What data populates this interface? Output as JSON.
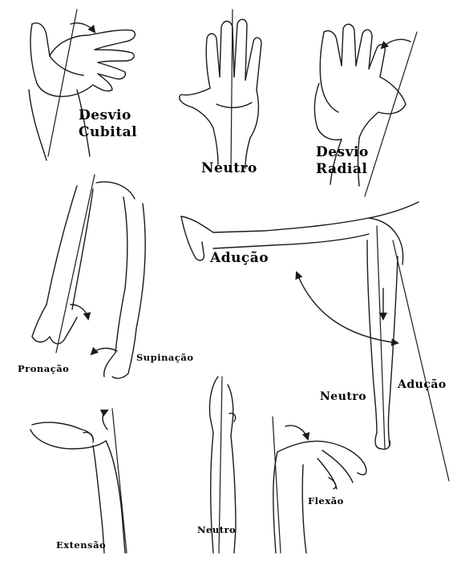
{
  "labels": {
    "desvio_cubital": [
      "Desvio",
      "Cubital"
    ],
    "neutro_hand": "Neutro",
    "desvio_radial": [
      "Desvio",
      "Radial"
    ],
    "aducao_top": "Adução",
    "pronacao": "Pronação",
    "supinacao": "Supinação",
    "neutro_shoulder": "Neutro",
    "aducao_right": "Adução",
    "extensao": "Extensão",
    "neutro_wrist": "Neutro",
    "flexao": "Flexão"
  },
  "colors": {
    "ink": "#1a1a1a",
    "background": "#ffffff"
  }
}
